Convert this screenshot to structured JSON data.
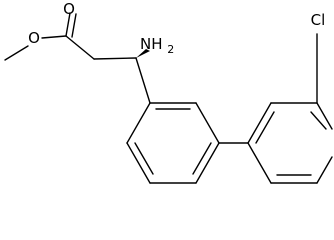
{
  "structure": {
    "atoms": {
      "carbonyl_oxygen": "O",
      "ester_oxygen": "O",
      "amine": "NH2",
      "amine_main": "NH",
      "amine_subscript": "2",
      "chlorine": "Cl"
    },
    "stereo": {
      "wedge_at": "amine carbon"
    },
    "colors": {
      "bond": "#000000",
      "background": "#ffffff"
    }
  }
}
